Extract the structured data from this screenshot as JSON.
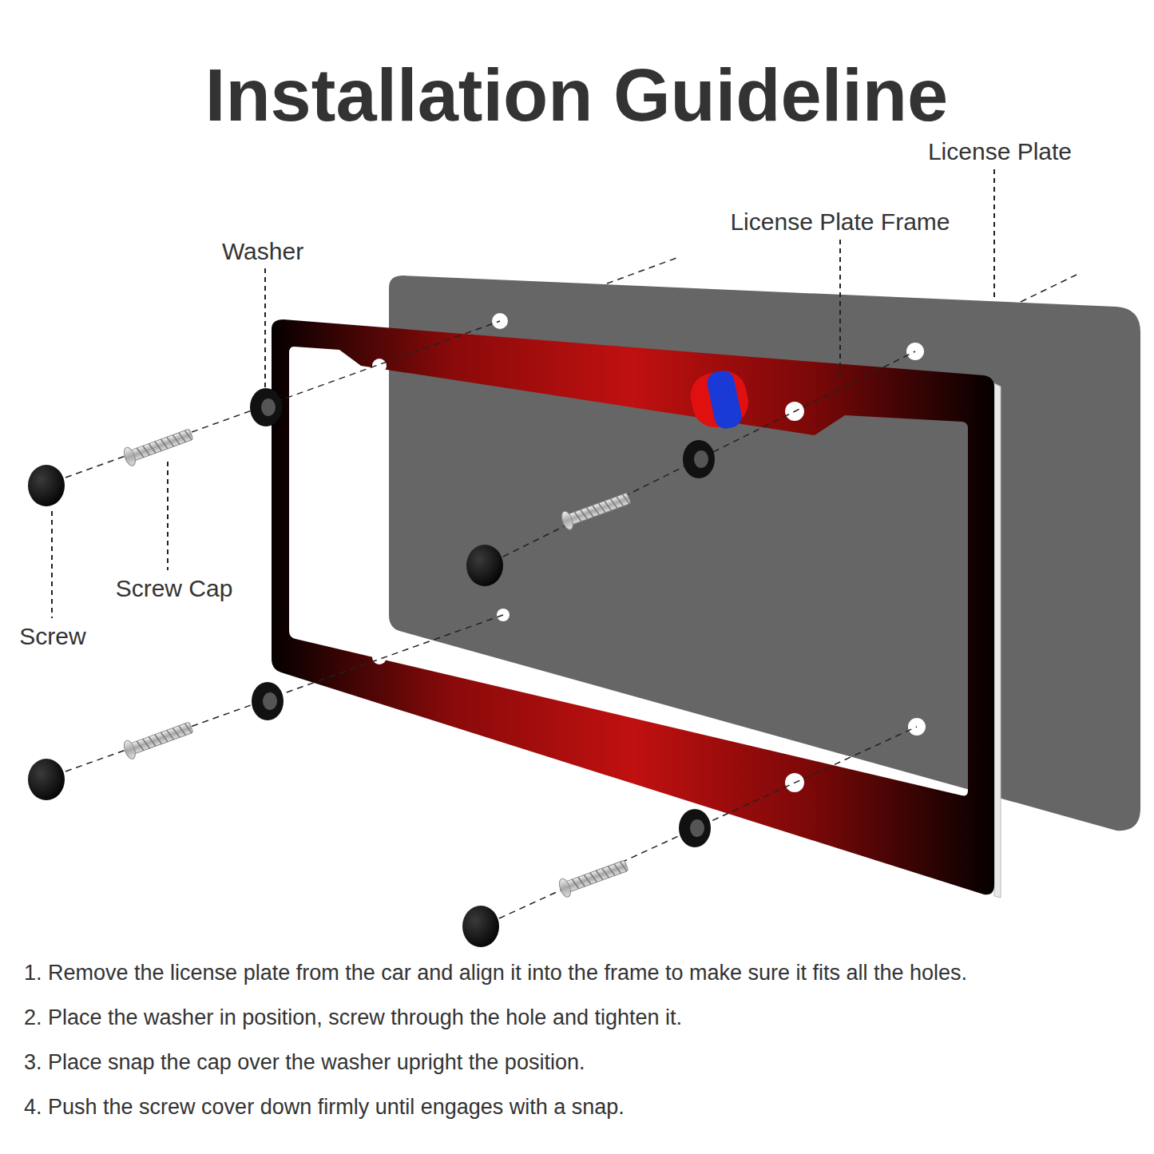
{
  "diagram": {
    "title": "Installation Guideline",
    "labels": [
      "License Plate",
      "License Plate Frame",
      "Washer",
      "Screw Cap",
      "Screw",
      "1. Remove the license plate from the car and align it into the frame to make sure it fits all the holes.",
      "2. Place the washer in position, screw through the hole and tighten it.",
      "3. Place snap the cap over the washer upright the position.",
      "4. Push the screw cover down firmly until engages with a snap."
    ]
  }
}
